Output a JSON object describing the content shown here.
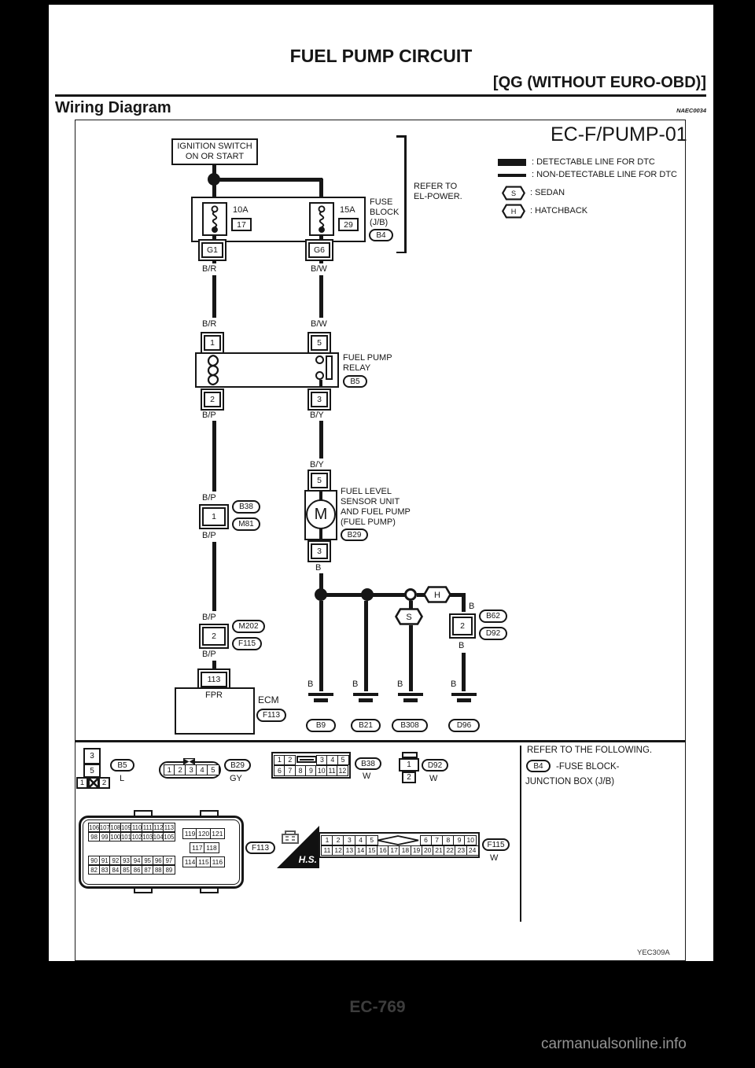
{
  "header": {
    "title": "FUEL PUMP CIRCUIT",
    "edition": "[QG (WITHOUT EURO-OBD)]",
    "section": "Wiring Diagram",
    "code": "NAEC0034"
  },
  "diagram_title": "EC-F/PUMP-01",
  "legend": {
    "detectable": ": DETECTABLE LINE FOR DTC",
    "non_detectable": ": NON-DETECTABLE LINE FOR DTC",
    "sedan": ": SEDAN",
    "hatchback": ": HATCHBACK"
  },
  "sym": {
    "s": "S",
    "h": "H",
    "motor": "M"
  },
  "ign": {
    "l1": "IGNITION SWITCH",
    "l2": "ON OR START"
  },
  "refer_power": {
    "l1": "REFER TO",
    "l2": "EL-POWER."
  },
  "fuse_block": {
    "l1": "FUSE",
    "l2": "BLOCK",
    "l3": "(J/B)",
    "oval": "B4",
    "f1a": "10A",
    "f1n": "17",
    "f2a": "15A",
    "f2n": "29",
    "t1": "G1",
    "t2": "G6"
  },
  "wire": {
    "br": "B/R",
    "bw": "B/W",
    "bp": "B/P",
    "by": "B/Y",
    "b": "B"
  },
  "relay": {
    "l1": "FUEL PUMP",
    "l2": "RELAY",
    "oval": "B5",
    "p1": "1",
    "p5": "5",
    "p2": "2",
    "p3": "3"
  },
  "pump": {
    "l1": "FUEL LEVEL",
    "l2": "SENSOR UNIT",
    "l3": "AND FUEL PUMP",
    "l4": "(FUEL PUMP)",
    "oval": "B29",
    "p5": "5",
    "p3": "3"
  },
  "inline1": {
    "pin": "1",
    "o1": "B38",
    "o2": "M81"
  },
  "inline2": {
    "pin": "2",
    "o1": "M202",
    "o2": "F115"
  },
  "inline3": {
    "pin": "2",
    "o1": "B62",
    "o2": "D92"
  },
  "ecm": {
    "pin": "113",
    "fpr": "FPR",
    "label": "ECM",
    "oval": "F113"
  },
  "grounds": {
    "g1": "B9",
    "g2": "B21",
    "g3": "B308",
    "g4": "D96"
  },
  "figure_code": "YEC309A",
  "panel": {
    "b5": {
      "p3": "3",
      "p5": "5",
      "p1": "1",
      "p2": "2",
      "oval": "B5",
      "color": "L"
    },
    "b29": {
      "pins": [
        "1",
        "2",
        "3",
        "4",
        "5"
      ],
      "oval": "B29",
      "color": "GY"
    },
    "b38": {
      "r1a": [
        "1",
        "2"
      ],
      "r1b": [
        "3",
        "4",
        "5"
      ],
      "r2": [
        "6",
        "7",
        "8",
        "9",
        "10",
        "11",
        "12"
      ],
      "oval": "B38",
      "color": "W"
    },
    "d92": {
      "p1": "1",
      "p2": "2",
      "oval": "D92",
      "color": "W"
    },
    "refer": {
      "l1": "REFER TO THE FOLLOWING.",
      "oval": "B4",
      "l2": "-FUSE BLOCK-",
      "l3": "JUNCTION BOX (J/B)"
    },
    "f113": {
      "a1": [
        "106",
        "107",
        "108",
        "109",
        "110",
        "111",
        "112",
        "113"
      ],
      "a2": [
        "98",
        "99",
        "100",
        "101",
        "102",
        "103",
        "104",
        "105"
      ],
      "b1": [
        "90",
        "91",
        "92",
        "93",
        "94",
        "95",
        "96",
        "97"
      ],
      "b2": [
        "82",
        "83",
        "84",
        "85",
        "86",
        "87",
        "88",
        "89"
      ],
      "c1": [
        "119",
        "120",
        "121"
      ],
      "c2": [
        "117",
        "118"
      ],
      "c3": [
        "114",
        "115",
        "116"
      ],
      "oval": "F113",
      "hs": "H.S."
    },
    "f115": {
      "r1a": [
        "1",
        "2",
        "3",
        "4",
        "5"
      ],
      "r1b": [
        "6",
        "7",
        "8",
        "9",
        "10"
      ],
      "r2": [
        "11",
        "12",
        "13",
        "14",
        "15",
        "16",
        "17",
        "18",
        "19",
        "20",
        "21",
        "22",
        "23",
        "24"
      ],
      "oval": "F115",
      "color": "W"
    }
  },
  "footer": {
    "page": "EC-769",
    "watermark": "carmanualsonline.info"
  }
}
